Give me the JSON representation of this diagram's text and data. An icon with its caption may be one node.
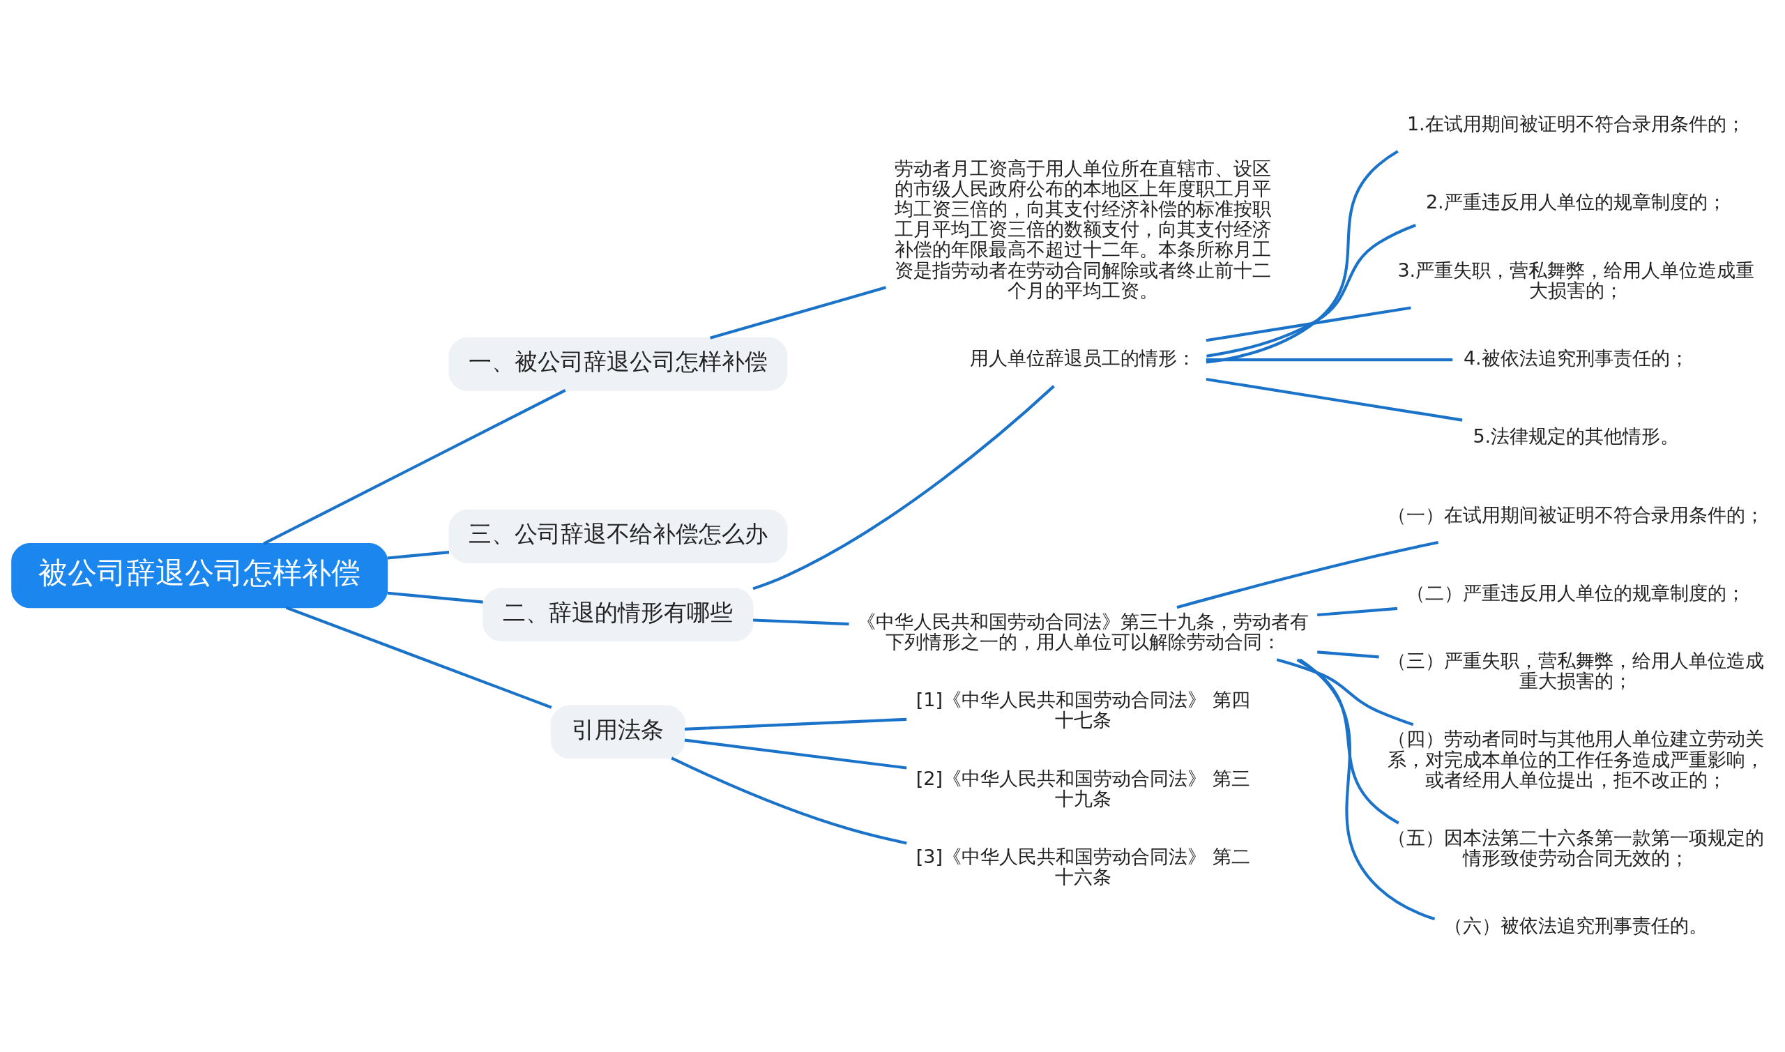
{
  "diagram": {
    "nodes": [
      {
        "text": [
          "被公司辞退公司怎样补偿"
        ]
      },
      {
        "text": [
          "一、被公司辞退公司怎样补偿"
        ]
      },
      {
        "text": [
          "劳动者月工资高于用人单位所在直辖市、设区的市级人民政府公布的本地区上年度职工月平均工资三倍的，向其支付经济补偿的标准按职工月平均工资三倍的数额支付，向其支付经济补偿的年限最高不超过十二年。本条所称月工资是指劳动者在劳动合同解除或者终止前十二个月的平均工资。"
        ]
      },
      {
        "text": [
          "三、公司辞退不给补偿怎么办"
        ]
      },
      {
        "text": [
          "二、辞退的情形有哪些"
        ]
      },
      {
        "text": [
          "用人单位辞退员工的情形："
        ]
      },
      {
        "text": [
          "1.在试用期间被证明不符合录用条件的；"
        ]
      },
      {
        "text": [
          "2.严重违反用人单位的规章制度的；"
        ]
      },
      {
        "text": [
          "3.严重失职，营私舞弊，给用人单位造成重大损害的；"
        ]
      },
      {
        "text": [
          "4.被依法追究刑事责任的；"
        ]
      },
      {
        "text": [
          "5.法律规定的其他情形。"
        ]
      },
      {
        "text": [
          "《中华人民共和国劳动合同法》第三十九条，劳动者有下列情形之一的，用人单位可以解除劳动合同："
        ]
      },
      {
        "text": [
          "（一）在试用期间被证明不符合录用条件的；"
        ]
      },
      {
        "text": [
          "（二）严重违反用人单位的规章制度的；"
        ]
      },
      {
        "text": [
          "（三）严重失职，营私舞弊，给用人单位造成重大损害的；"
        ]
      },
      {
        "text": [
          "（四）劳动者同时与其他用人单位建立劳动关系，对完成本单位的工作任务造成严重影响，或者经用人单位提出，拒不改正的；"
        ]
      },
      {
        "text": [
          "（五）因本法第二十六条第一款第一项规定的情形致使劳动合同无效的；"
        ]
      },
      {
        "text": [
          "（六）被依法追究刑事责任的。"
        ]
      },
      {
        "text": [
          "引用法条"
        ]
      },
      {
        "text": [
          "[1]《中华人民共和国劳动合同法》 第四十七条"
        ]
      },
      {
        "text": [
          "[2]《中华人民共和国劳动合同法》 第三十九条"
        ]
      },
      {
        "text": [
          "[3]《中华人民共和国劳动合同法》 第二十六条"
        ]
      }
    ],
    "edges": [
      {
        "from": 0,
        "to": 1,
        "arrow": "none"
      },
      {
        "from": 1,
        "to": 2,
        "arrow": "none"
      },
      {
        "from": 0,
        "to": 3,
        "arrow": "none"
      },
      {
        "from": 0,
        "to": 4,
        "arrow": "none"
      },
      {
        "from": 4,
        "to": 5,
        "arrow": "none"
      },
      {
        "from": 5,
        "to": 6,
        "arrow": "none"
      },
      {
        "from": 5,
        "to": 7,
        "arrow": "none"
      },
      {
        "from": 5,
        "to": 8,
        "arrow": "none"
      },
      {
        "from": 5,
        "to": 9,
        "arrow": "none"
      },
      {
        "from": 5,
        "to": 10,
        "arrow": "none"
      },
      {
        "from": 4,
        "to": 11,
        "arrow": "none"
      },
      {
        "from": 11,
        "to": 12,
        "arrow": "none"
      },
      {
        "from": 11,
        "to": 13,
        "arrow": "none"
      },
      {
        "from": 11,
        "to": 14,
        "arrow": "none"
      },
      {
        "from": 11,
        "to": 15,
        "arrow": "none"
      },
      {
        "from": 11,
        "to": 16,
        "arrow": "none"
      },
      {
        "from": 11,
        "to": 17,
        "arrow": "none"
      },
      {
        "from": 0,
        "to": 18,
        "arrow": "none"
      },
      {
        "from": 18,
        "to": 19,
        "arrow": "none"
      },
      {
        "from": 18,
        "to": 20,
        "arrow": "none"
      },
      {
        "from": 18,
        "to": 21,
        "arrow": "none"
      }
    ]
  }
}
